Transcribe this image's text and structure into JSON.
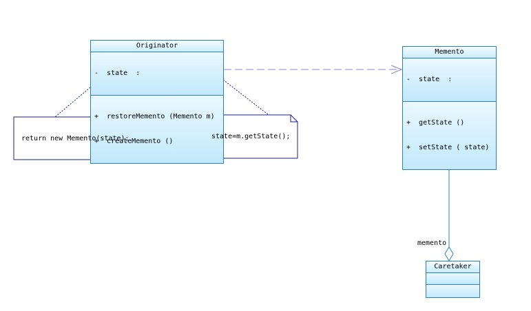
{
  "originator": {
    "name": "Originator",
    "attributes": [
      "-  state  :"
    ],
    "operations": [
      "+  restoreMemento (Memento m)",
      "+  createMemento ()"
    ]
  },
  "memento": {
    "name": "Memento",
    "attributes": [
      "-  state  :"
    ],
    "operations": [
      "+  getState ()",
      "+  setState ( state)"
    ]
  },
  "caretaker": {
    "name": "Caretaker",
    "attributes": [],
    "operations": []
  },
  "notes": {
    "create": "return new Memento(state);",
    "restore": "state=m.getState();"
  },
  "association": {
    "role": "memento"
  },
  "colors": {
    "class_border": "#2a7fbf",
    "note_border": "#1c1c8c",
    "dependency": "#8585d6"
  }
}
